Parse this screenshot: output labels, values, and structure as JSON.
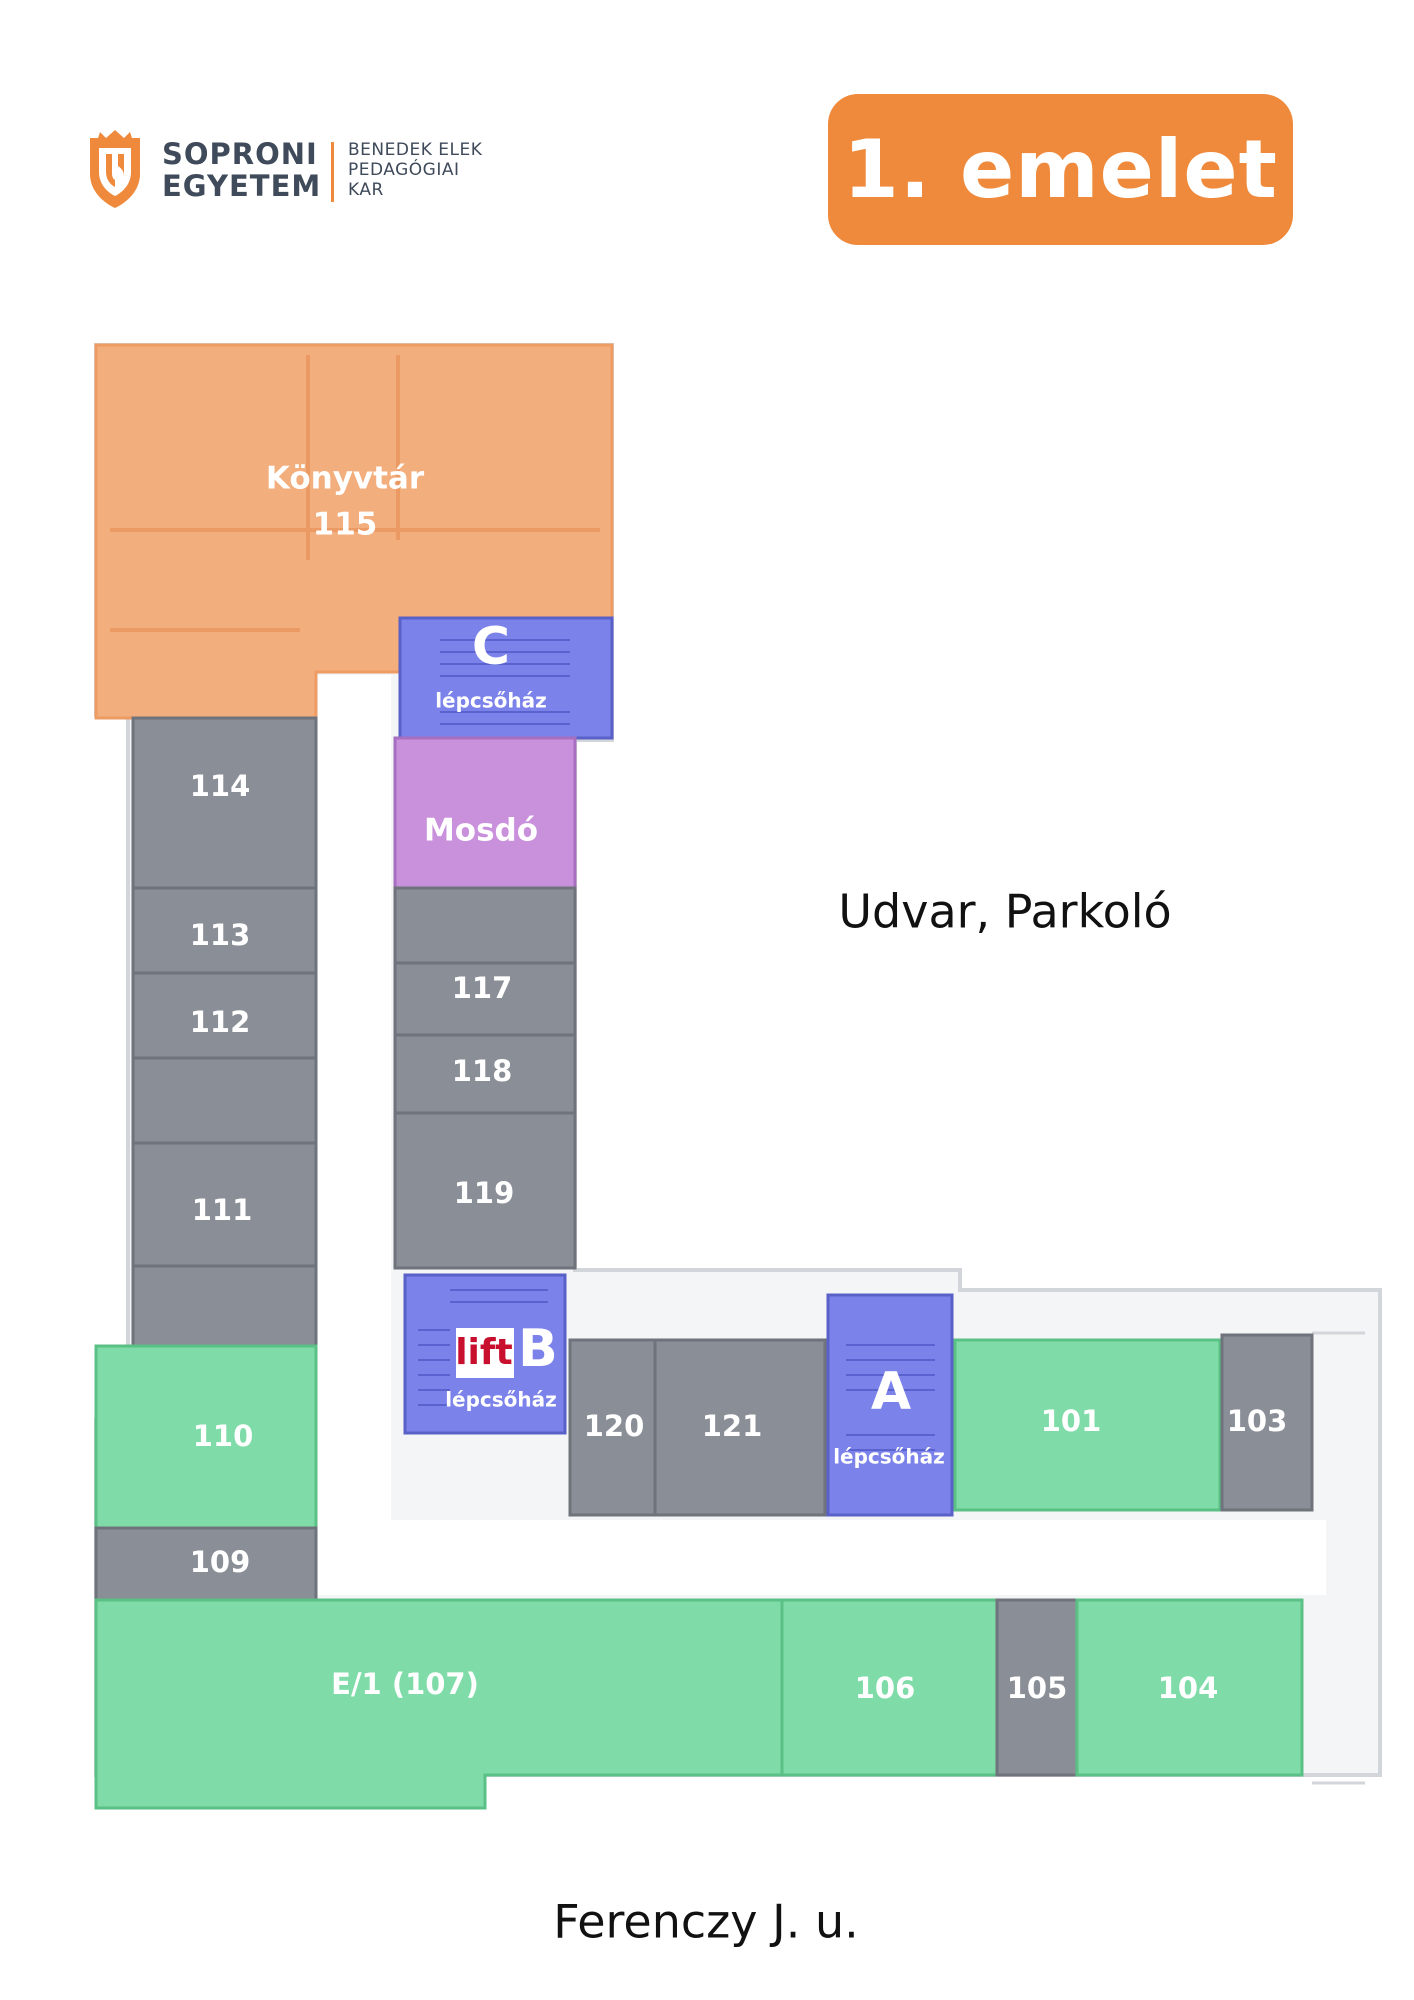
{
  "header": {
    "logo_line1": "SOPRONI",
    "logo_line2": "EGYETEM",
    "faculty_line1": "BENEDEK ELEK",
    "faculty_line2": "PEDAGÓGIAI",
    "faculty_line3": "KAR",
    "floor": "1. emelet"
  },
  "colors": {
    "accent": "#ef8a3c",
    "library": "#f2ae7c",
    "staircase": "#7b82ea",
    "restroom": "#c990dc",
    "classroom": "#7fdca8",
    "office": "#8a8e96"
  },
  "map": {
    "rooms": {
      "r115_name": "Könyvtár",
      "r115_num": "115",
      "stair_c": "C",
      "stair_c_label": "lépcsőház",
      "mosdo": "Mosdó",
      "r114": "114",
      "r113": "113",
      "r112": "112",
      "r111": "111",
      "r117": "117",
      "r118": "118",
      "r119": "119",
      "lift": "lift",
      "stair_b": "B",
      "stair_b_label": "lépcsőház",
      "r110": "110",
      "r109": "109",
      "r120": "120",
      "r121": "121",
      "stair_a": "A",
      "stair_a_label": "lépcsőház",
      "r101": "101",
      "r103": "103",
      "r107": "E/1 (107)",
      "r106": "106",
      "r105": "105",
      "r104": "104"
    },
    "courtyard_label": "Udvar, Parkoló",
    "street_label": "Ferenczy J. u."
  }
}
